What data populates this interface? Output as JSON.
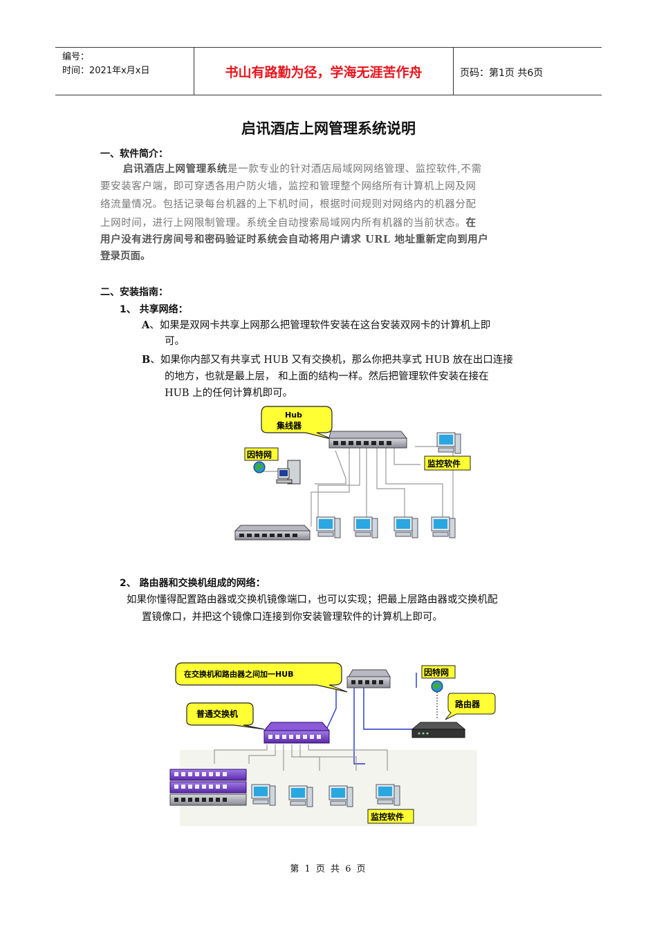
{
  "header": {
    "number_label": "编号：",
    "time_label": "时间：2021年x月x日",
    "motto": "书山有路勤为径，学海无涯苦作舟",
    "page_label": "页码：第1页  共6页"
  },
  "doc": {
    "title": "启讯酒店上网管理系统说明",
    "s1_heading": "一、软件简介：",
    "s1_lead": "启讯酒店上网管理系统",
    "s1_l1_rest": "是一款专业的针对酒店局域网网络管理、监控软件,不需",
    "s1_l2": "要安装客户端，即可穿透各用户防火墙，监控和管理整个网络所有计算机上网及网",
    "s1_l3": "络流量情况。包括记录每台机器的上下机时间，根据时间规则对网络内的机器分配",
    "s1_l4_gray": "上网时间，进行上网限制管理。系统全自动搜索局域网内所有机器的当前状态。",
    "s1_l4_bold": "在",
    "s1_l5": "用户没有进行房间号和密码验证时系统会自动将用户请求 URL 地址重新定向到用户",
    "s1_l6": "登录页面。",
    "s2_heading": "二、安装指南：",
    "s2_1_heading": "1、 共享网络：",
    "a_marker": "A",
    "a_l1": "、如果是双网卡共享上网那么把管理软件安装在这台安装双网卡的计算机上即",
    "a_l2": "可。",
    "b_marker": "B",
    "b_l1": "、如果你内部又有共享式 HUB 又有交换机，那么你把共享式 HUB 放在出口连接",
    "b_l2": "的地方，也就是最上层， 和上面的结构一样。然后把管理软件安装在接在",
    "b_l3": "HUB 上的任何计算机即可。",
    "s2_2_heading": "2、 路由器和交换机组成的网络：",
    "c_l1": "如果你懂得配置路由器或交换机镜像端口，也可以实现；把最上层路由器或交换机配",
    "c_l2": "置镜像口，并把这个镜像口连接到你安装管理软件的计算机上即可。"
  },
  "diagram1": {
    "hub_line1": "Hub",
    "hub_line2": "集线器",
    "internet": "因特网",
    "monitor": "监控软件"
  },
  "diagram2": {
    "add_hub": "在交换机和路由器之间加一HUB",
    "internet": "因特网",
    "router": "路由器",
    "switch": "普通交换机",
    "monitor": "监控软件"
  },
  "footer": {
    "text": "第 1 页 共 6 页"
  },
  "colors": {
    "motto": "#e8141c",
    "callout": "#ffff33",
    "switch": "#7a3fc4",
    "wire": "#2233cc"
  }
}
